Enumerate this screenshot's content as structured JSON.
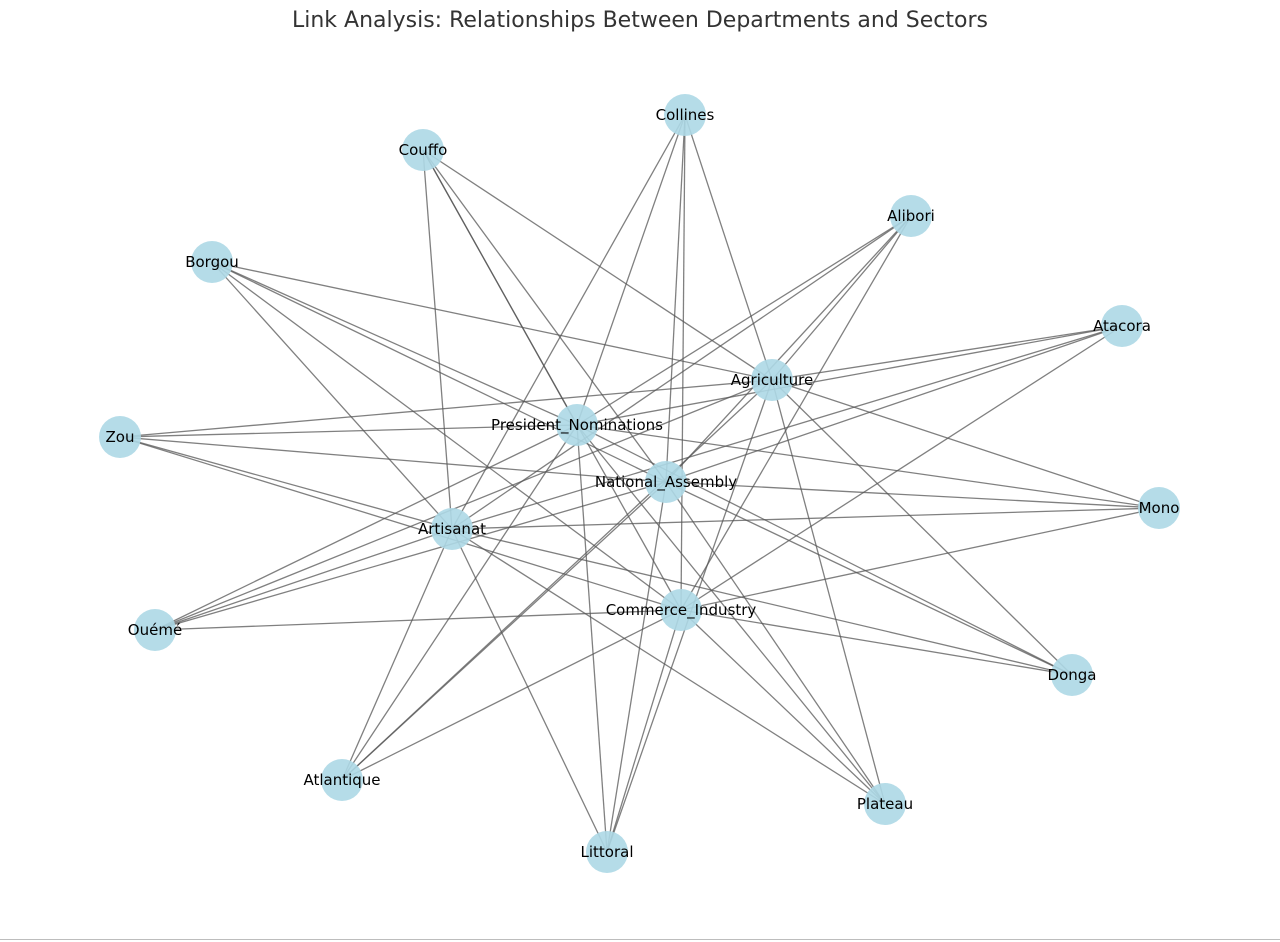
{
  "title": "Link Analysis: Relationships Between Departments and Sectors",
  "colors": {
    "node": "#add8e6",
    "edge": "#555555",
    "title": "#333333"
  },
  "nodes": [
    {
      "id": "Collines",
      "label": "Collines"
    },
    {
      "id": "Couffo",
      "label": "Couffo"
    },
    {
      "id": "Alibori",
      "label": "Alibori"
    },
    {
      "id": "Borgou",
      "label": "Borgou"
    },
    {
      "id": "Atacora",
      "label": "Atacora"
    },
    {
      "id": "Agriculture",
      "label": "Agriculture"
    },
    {
      "id": "Zou",
      "label": "Zou"
    },
    {
      "id": "President_Nominations",
      "label": "President_Nominations"
    },
    {
      "id": "National_Assembly",
      "label": "National_Assembly"
    },
    {
      "id": "Mono",
      "label": "Mono"
    },
    {
      "id": "Artisanat",
      "label": "Artisanat"
    },
    {
      "id": "Commerce_Industry",
      "label": "Commerce_Industry"
    },
    {
      "id": "Oueme",
      "label": "Ouémé"
    },
    {
      "id": "Donga",
      "label": "Donga"
    },
    {
      "id": "Atlantique",
      "label": "Atlantique"
    },
    {
      "id": "Plateau",
      "label": "Plateau"
    },
    {
      "id": "Littoral",
      "label": "Littoral"
    }
  ],
  "edges": [
    [
      "Collines",
      "Agriculture"
    ],
    [
      "Collines",
      "President_Nominations"
    ],
    [
      "Collines",
      "National_Assembly"
    ],
    [
      "Collines",
      "Artisanat"
    ],
    [
      "Collines",
      "Commerce_Industry"
    ],
    [
      "Couffo",
      "Agriculture"
    ],
    [
      "Couffo",
      "President_Nominations"
    ],
    [
      "Couffo",
      "National_Assembly"
    ],
    [
      "Couffo",
      "Artisanat"
    ],
    [
      "Couffo",
      "Commerce_Industry"
    ],
    [
      "Alibori",
      "Agriculture"
    ],
    [
      "Alibori",
      "President_Nominations"
    ],
    [
      "Alibori",
      "National_Assembly"
    ],
    [
      "Alibori",
      "Artisanat"
    ],
    [
      "Alibori",
      "Commerce_Industry"
    ],
    [
      "Borgou",
      "Agriculture"
    ],
    [
      "Borgou",
      "President_Nominations"
    ],
    [
      "Borgou",
      "National_Assembly"
    ],
    [
      "Borgou",
      "Artisanat"
    ],
    [
      "Borgou",
      "Commerce_Industry"
    ],
    [
      "Atacora",
      "Agriculture"
    ],
    [
      "Atacora",
      "President_Nominations"
    ],
    [
      "Atacora",
      "National_Assembly"
    ],
    [
      "Atacora",
      "Artisanat"
    ],
    [
      "Atacora",
      "Commerce_Industry"
    ],
    [
      "Zou",
      "Agriculture"
    ],
    [
      "Zou",
      "President_Nominations"
    ],
    [
      "Zou",
      "National_Assembly"
    ],
    [
      "Zou",
      "Artisanat"
    ],
    [
      "Zou",
      "Commerce_Industry"
    ],
    [
      "Mono",
      "Agriculture"
    ],
    [
      "Mono",
      "President_Nominations"
    ],
    [
      "Mono",
      "National_Assembly"
    ],
    [
      "Mono",
      "Artisanat"
    ],
    [
      "Mono",
      "Commerce_Industry"
    ],
    [
      "Oueme",
      "Agriculture"
    ],
    [
      "Oueme",
      "President_Nominations"
    ],
    [
      "Oueme",
      "National_Assembly"
    ],
    [
      "Oueme",
      "Artisanat"
    ],
    [
      "Oueme",
      "Commerce_Industry"
    ],
    [
      "Donga",
      "Agriculture"
    ],
    [
      "Donga",
      "President_Nominations"
    ],
    [
      "Donga",
      "National_Assembly"
    ],
    [
      "Donga",
      "Artisanat"
    ],
    [
      "Donga",
      "Commerce_Industry"
    ],
    [
      "Atlantique",
      "Agriculture"
    ],
    [
      "Atlantique",
      "President_Nominations"
    ],
    [
      "Atlantique",
      "National_Assembly"
    ],
    [
      "Atlantique",
      "Artisanat"
    ],
    [
      "Atlantique",
      "Commerce_Industry"
    ],
    [
      "Plateau",
      "Agriculture"
    ],
    [
      "Plateau",
      "President_Nominations"
    ],
    [
      "Plateau",
      "National_Assembly"
    ],
    [
      "Plateau",
      "Artisanat"
    ],
    [
      "Plateau",
      "Commerce_Industry"
    ],
    [
      "Littoral",
      "Agriculture"
    ],
    [
      "Littoral",
      "President_Nominations"
    ],
    [
      "Littoral",
      "National_Assembly"
    ],
    [
      "Littoral",
      "Artisanat"
    ],
    [
      "Littoral",
      "Commerce_Industry"
    ]
  ]
}
